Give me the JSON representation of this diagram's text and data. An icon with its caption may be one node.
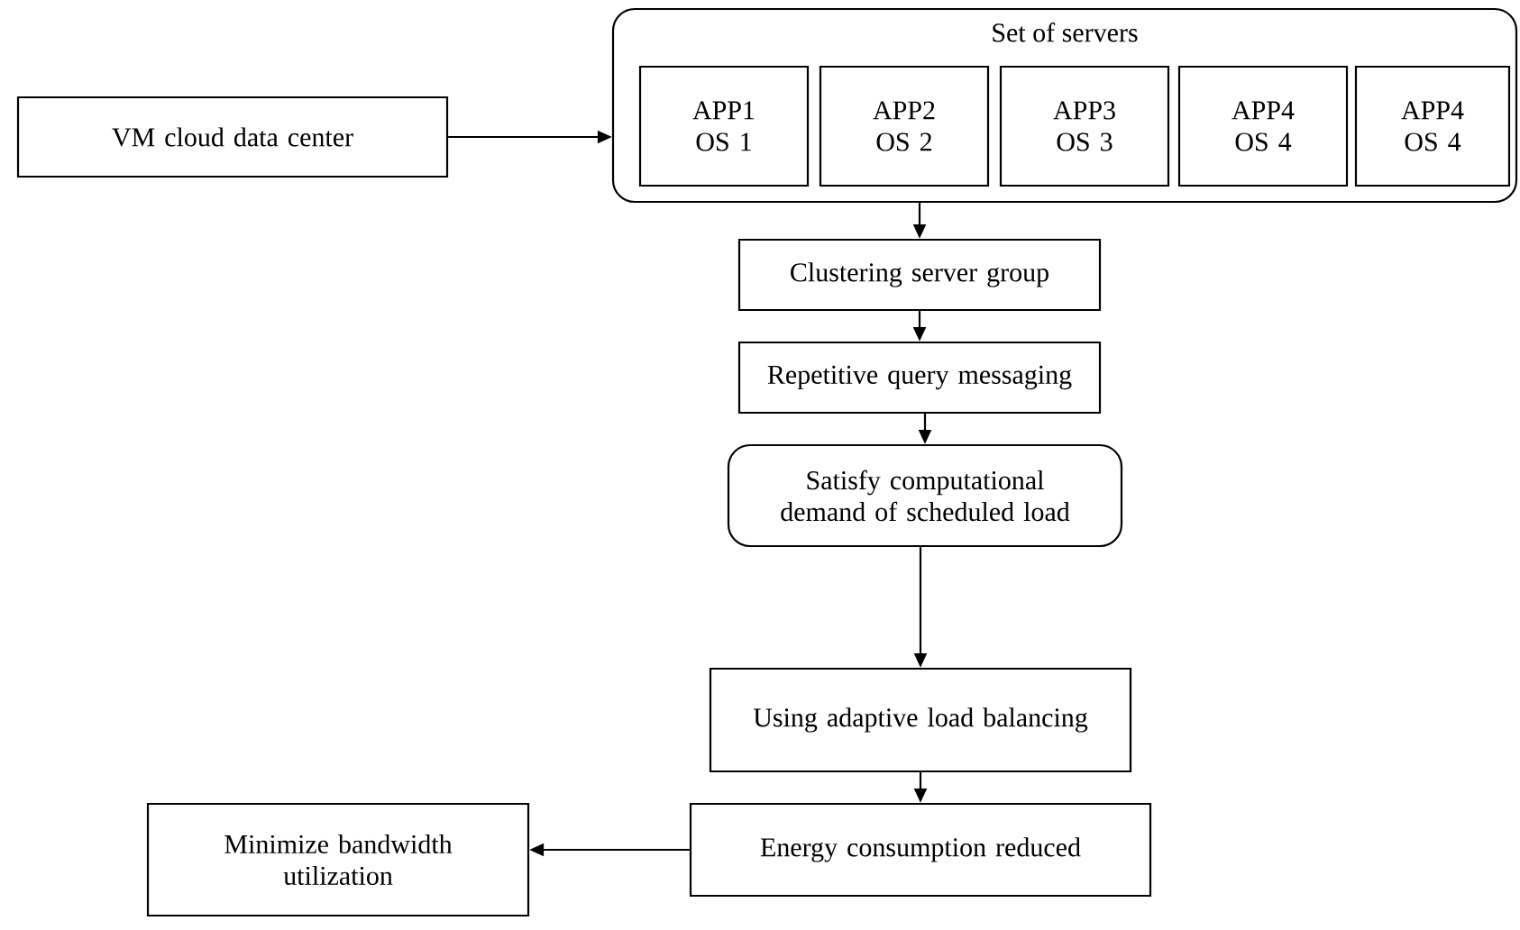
{
  "diagram": {
    "nodes": [
      {
        "text": [
          "VM cloud data center"
        ]
      },
      {
        "text": [
          "Set of servers"
        ]
      },
      {
        "text": [
          "APP1 OS 1"
        ],
        "in": 1
      },
      {
        "text": [
          "APP2 OS 2"
        ],
        "in": 1
      },
      {
        "text": [
          "APP3 OS 3"
        ],
        "in": 1
      },
      {
        "text": [
          "APP4 OS 4"
        ],
        "in": 1
      },
      {
        "text": [
          "APP4 OS 4"
        ],
        "in": 1
      },
      {
        "text": [
          "Clustering server group"
        ]
      },
      {
        "text": [
          "Repetitive query messaging"
        ]
      },
      {
        "text": [
          "Satisfy computational demand of scheduled load"
        ]
      },
      {
        "text": [
          "Using adaptive load balancing"
        ]
      },
      {
        "text": [
          "Energy consumption reduced"
        ]
      },
      {
        "text": [
          "Minimize bandwidth utilization"
        ]
      }
    ],
    "edges": [
      {
        "from": 0,
        "to": 1,
        "arrow": "to"
      },
      {
        "from": 1,
        "to": 7,
        "arrow": "to"
      },
      {
        "from": 7,
        "to": 8,
        "arrow": "to"
      },
      {
        "from": 8,
        "to": 9,
        "arrow": "to"
      },
      {
        "from": 9,
        "to": 10,
        "arrow": "to"
      },
      {
        "from": 10,
        "to": 11,
        "arrow": "to"
      },
      {
        "from": 11,
        "to": 12,
        "arrow": "to"
      }
    ]
  }
}
